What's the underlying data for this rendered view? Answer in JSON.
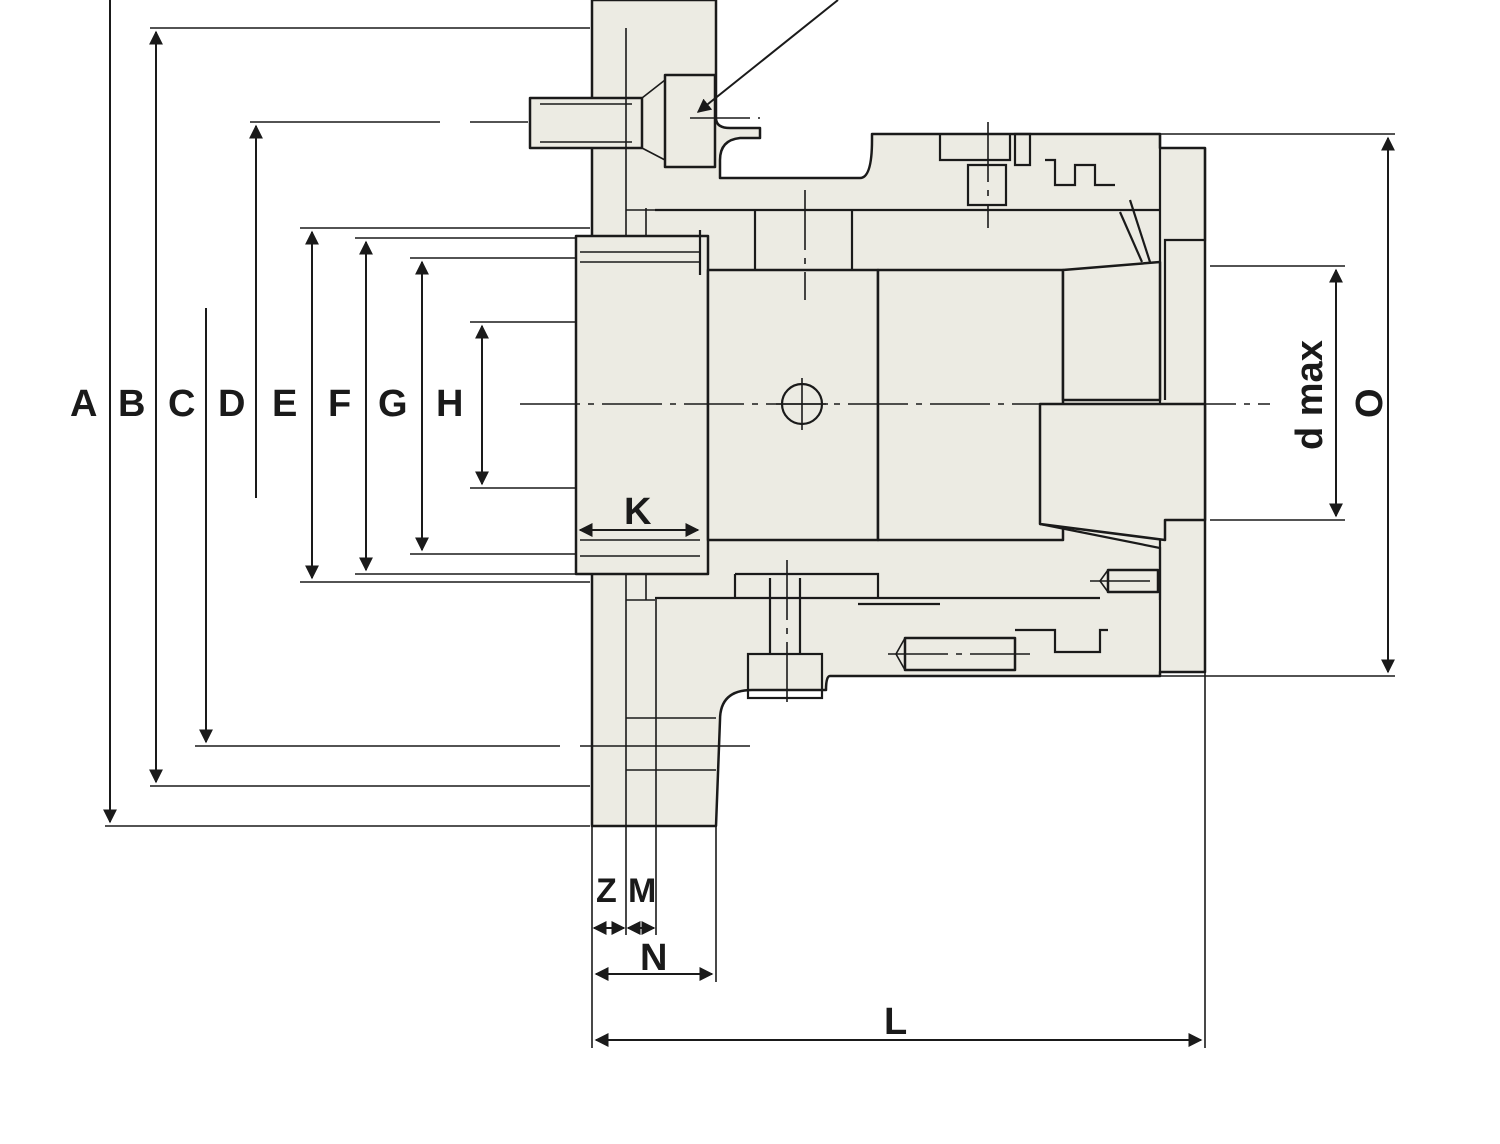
{
  "dimension_labels": {
    "A": "A",
    "B": "B",
    "C": "C",
    "D": "D",
    "E": "E",
    "F": "F",
    "G": "G",
    "H": "H",
    "K": "K",
    "Z": "Z",
    "M": "M",
    "N": "N",
    "L": "L",
    "d_max": "d max",
    "O": "O"
  },
  "colors": {
    "body_fill": "#ecebe3",
    "line": "#1a1a1a",
    "background": "#ffffff"
  }
}
